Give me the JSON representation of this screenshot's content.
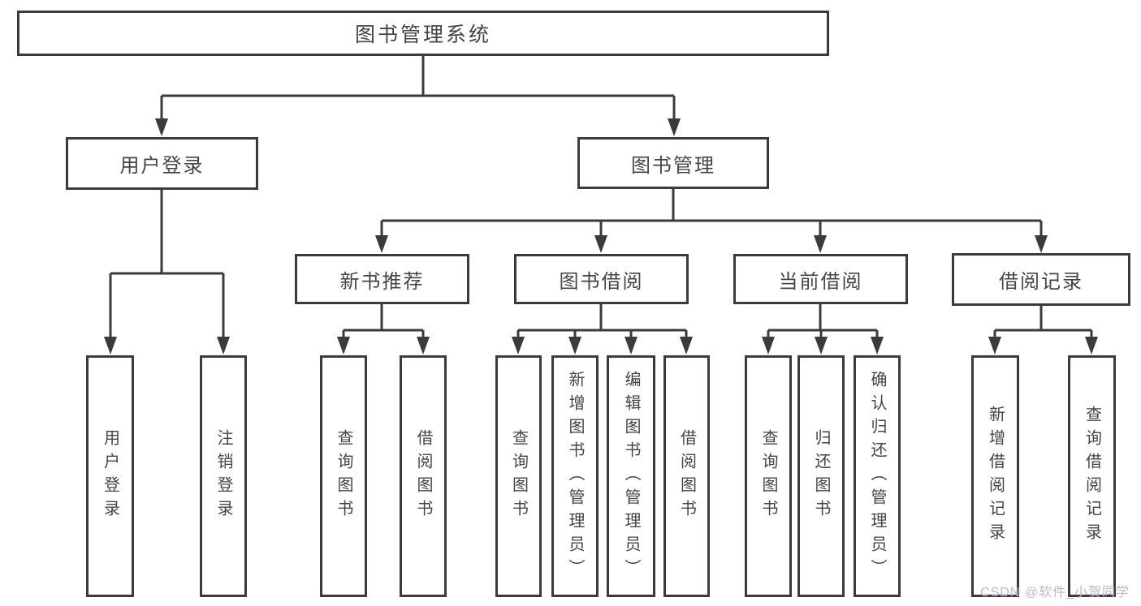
{
  "diagram": {
    "root": {
      "label": "图书管理系统"
    },
    "level1": [
      {
        "label": "用户登录",
        "children": [
          "用户登录",
          "注销登录"
        ]
      },
      {
        "label": "图书管理",
        "sections": [
          {
            "label": "新书推荐",
            "children": [
              "查询图书",
              "借阅图书"
            ]
          },
          {
            "label": "图书借阅",
            "children": [
              "查询图书",
              "新增图书（管理员）",
              "编辑图书（管理员）",
              "借阅图书"
            ]
          },
          {
            "label": "当前借阅",
            "children": [
              "查询图书",
              "归还图书",
              "确认归还（管理员）"
            ]
          },
          {
            "label": "借阅记录",
            "children": [
              "新增借阅记录",
              "查询借阅记录"
            ]
          }
        ]
      }
    ]
  },
  "watermark": {
    "text": "CSDN @软件_小贺同学"
  },
  "colors": {
    "line": "#3b3b3b",
    "text": "#454545",
    "background": "#ffffff",
    "watermark": "#b9bac3"
  }
}
